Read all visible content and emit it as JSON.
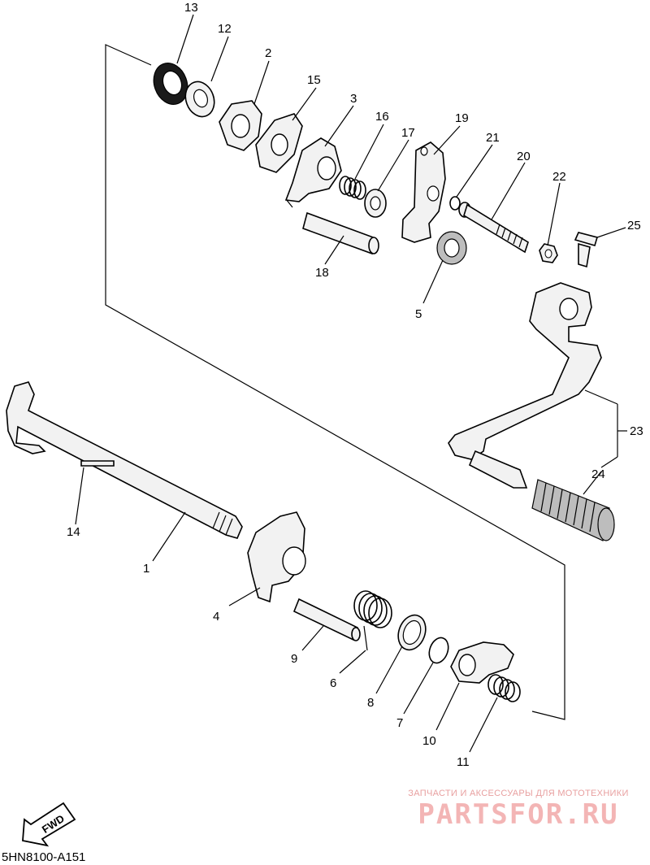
{
  "diagram": {
    "labels": [
      "13",
      "12",
      "2",
      "15",
      "3",
      "16",
      "17",
      "19",
      "21",
      "20",
      "22",
      "25",
      "18",
      "5",
      "23",
      "24",
      "14",
      "1",
      "4",
      "9",
      "6",
      "8",
      "7",
      "10",
      "11"
    ],
    "fwd_label": "FWD",
    "drawing_code": "5HN8100-A151"
  },
  "watermark": {
    "caption": "ЗАПЧАСТИ И АКСЕССУАРЫ ДЛЯ МОТОТЕХНИКИ",
    "brand": "PARTSFOR.RU"
  }
}
